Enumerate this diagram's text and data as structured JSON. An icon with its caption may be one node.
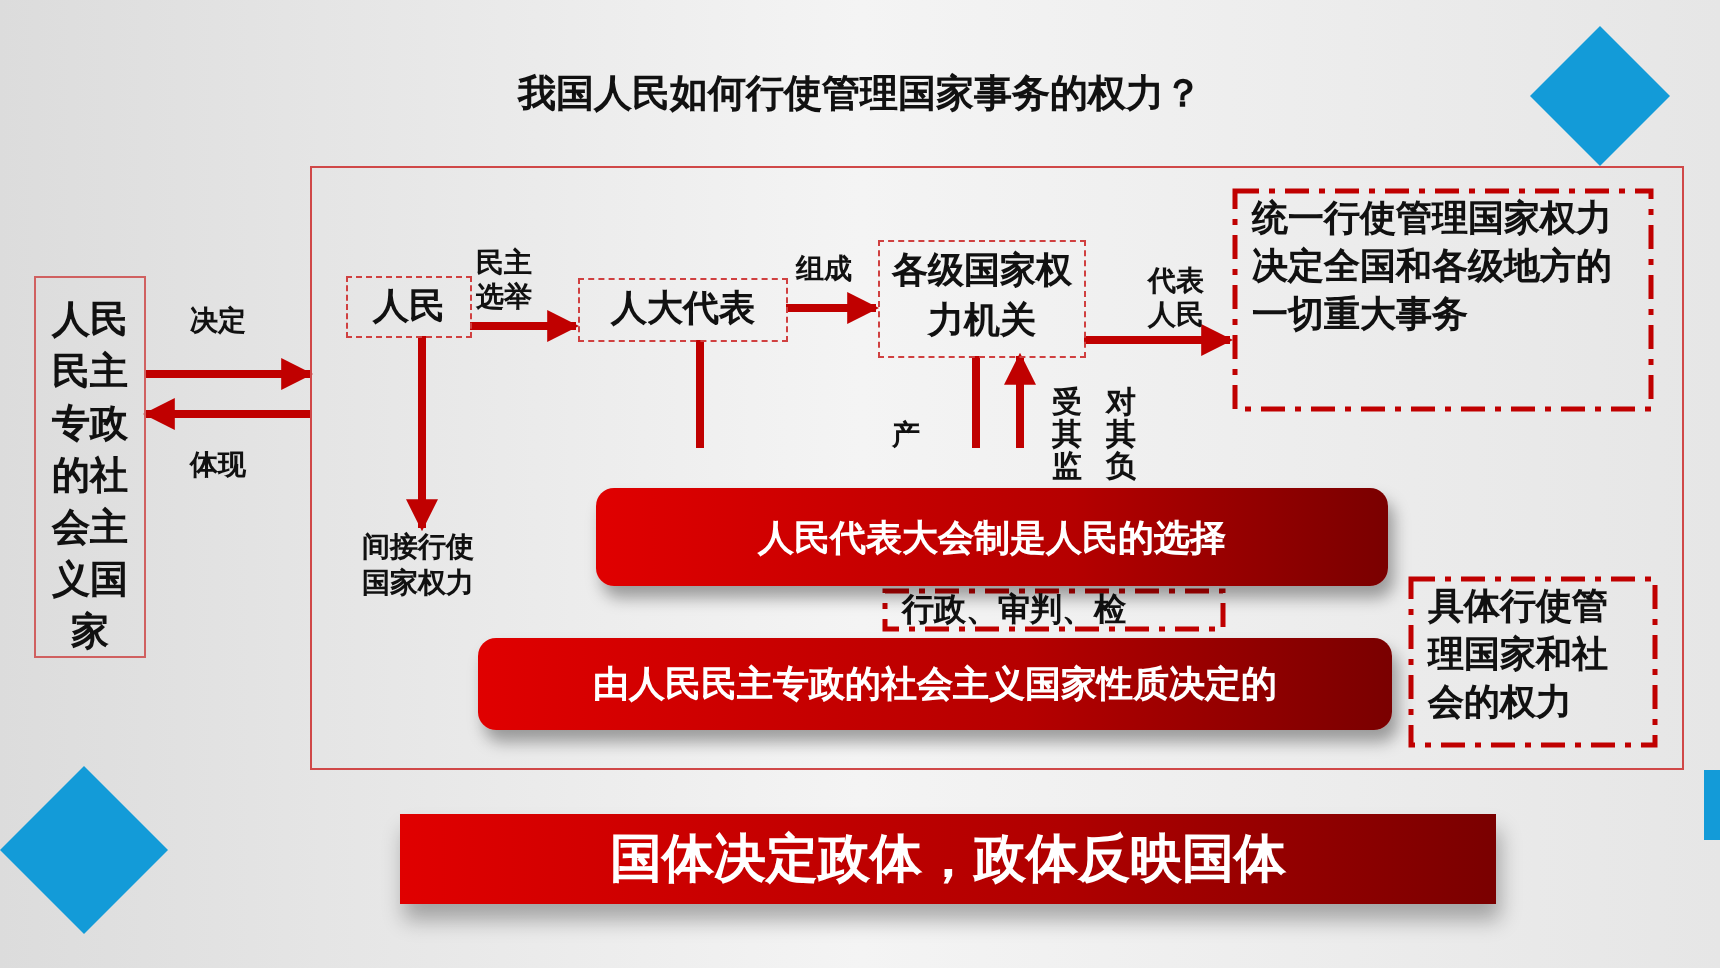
{
  "diagram": {
    "title": "我国人民如何行使管理国家事务的权力？",
    "nodes": [
      {
        "text": [
          "人民民主专政的社会主义国家"
        ]
      },
      {
        "text": [],
        "shape": "box"
      },
      {
        "text": [
          "人民"
        ],
        "in": 1
      },
      {
        "text": [
          "人大代表"
        ],
        "in": 1
      },
      {
        "text": [
          "各级国家权力机关"
        ],
        "in": 1
      },
      {
        "text": [
          "统一行使管理国家权力",
          "决定全国和各级地方的一切重大事务"
        ],
        "in": 1
      },
      {
        "text": [
          "间接行使国家权力"
        ],
        "in": 1
      },
      {
        "text": [
          "行政、审判、检"
        ],
        "in": 1
      },
      {
        "text": [
          "具体行使管理国家和社会的权力"
        ],
        "in": 1
      },
      {
        "text": [
          "人民代表大会制是人民的选择"
        ],
        "in": 1
      },
      {
        "text": [
          "由人民民主专政的社会主义国家性质决定的"
        ],
        "in": 1
      },
      {
        "text": [
          "国体决定政体，政体反映国体"
        ]
      }
    ],
    "edges": [
      {
        "from": 0,
        "to": 1,
        "arrow": "to",
        "label": "决定"
      },
      {
        "from": 1,
        "to": 0,
        "arrow": "to",
        "label": "体现"
      },
      {
        "from": 2,
        "to": 3,
        "arrow": "to",
        "label": "民主选举"
      },
      {
        "from": 3,
        "to": 4,
        "arrow": "to",
        "label": "组成"
      },
      {
        "from": 4,
        "to": 5,
        "arrow": "to",
        "label": "代表人民"
      },
      {
        "from": 2,
        "to": 6,
        "arrow": "to"
      },
      {
        "from": 3,
        "to": null,
        "arrow": "none"
      },
      {
        "from": 4,
        "to": null,
        "arrow": "none",
        "label": "产"
      },
      {
        "from": null,
        "to": 4,
        "arrow": "to",
        "label": "受其监"
      }
    ],
    "labels": [
      "对其负"
    ]
  }
}
